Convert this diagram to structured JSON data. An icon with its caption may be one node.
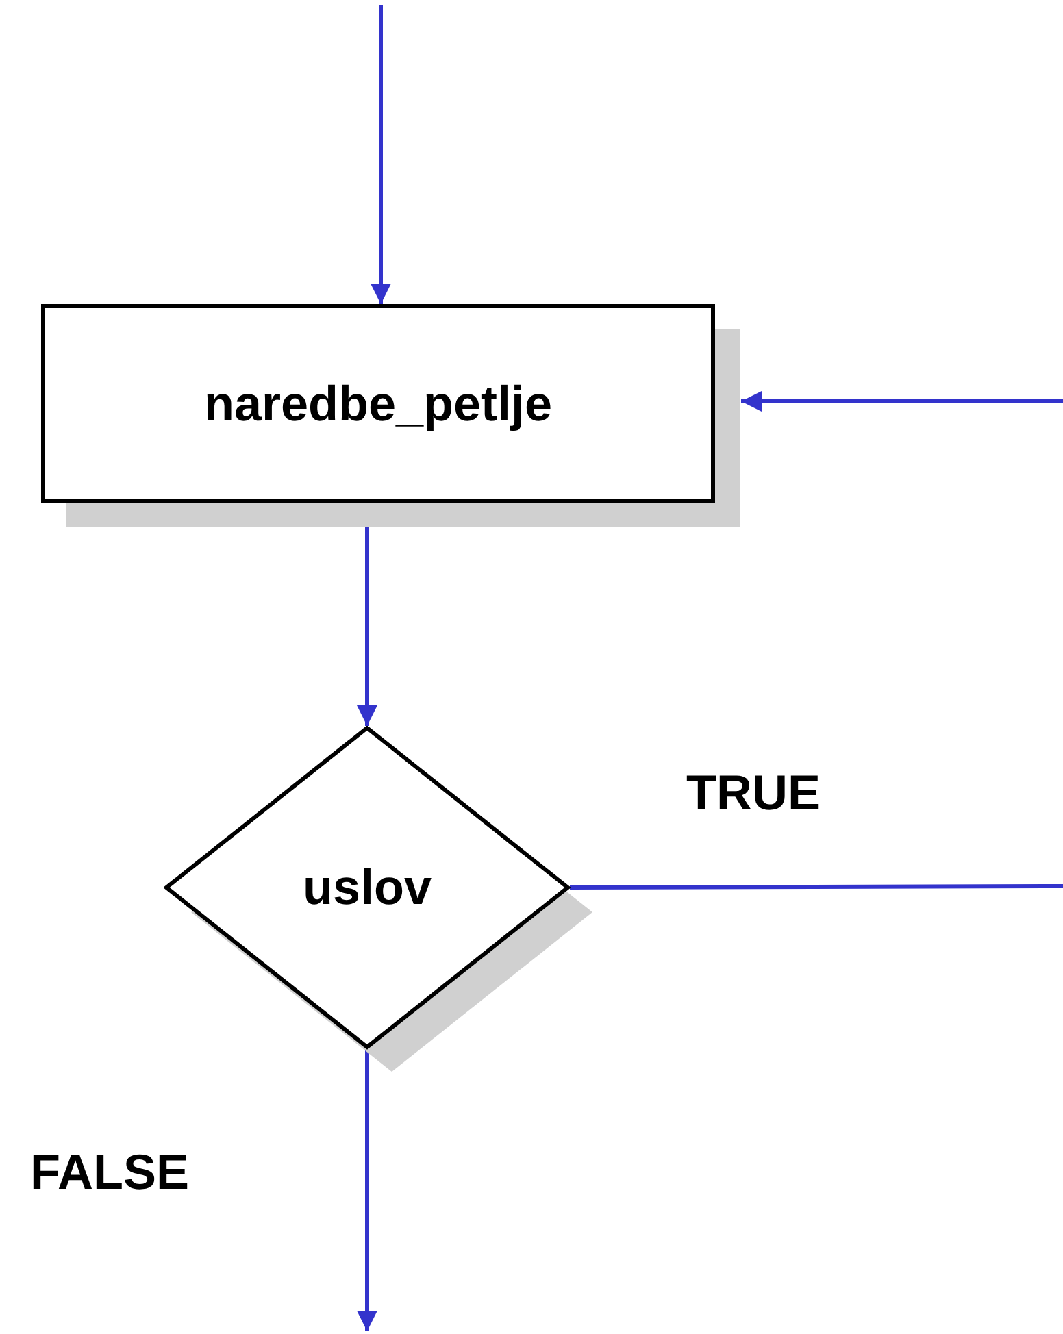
{
  "diagram": {
    "nodes": [
      {
        "text": [
          "naredbe_petlje"
        ]
      },
      {
        "text": [
          "uslov"
        ]
      }
    ],
    "edges": [
      {
        "from": null,
        "to": 0,
        "arrow": "to"
      },
      {
        "from": 0,
        "to": 1,
        "arrow": "to"
      },
      {
        "from": 1,
        "to": null,
        "arrow": "none",
        "label": "TRUE"
      },
      {
        "from": null,
        "to": 0,
        "arrow": "to"
      },
      {
        "from": 1,
        "to": null,
        "arrow": "to",
        "label": "FALSE"
      }
    ]
  }
}
